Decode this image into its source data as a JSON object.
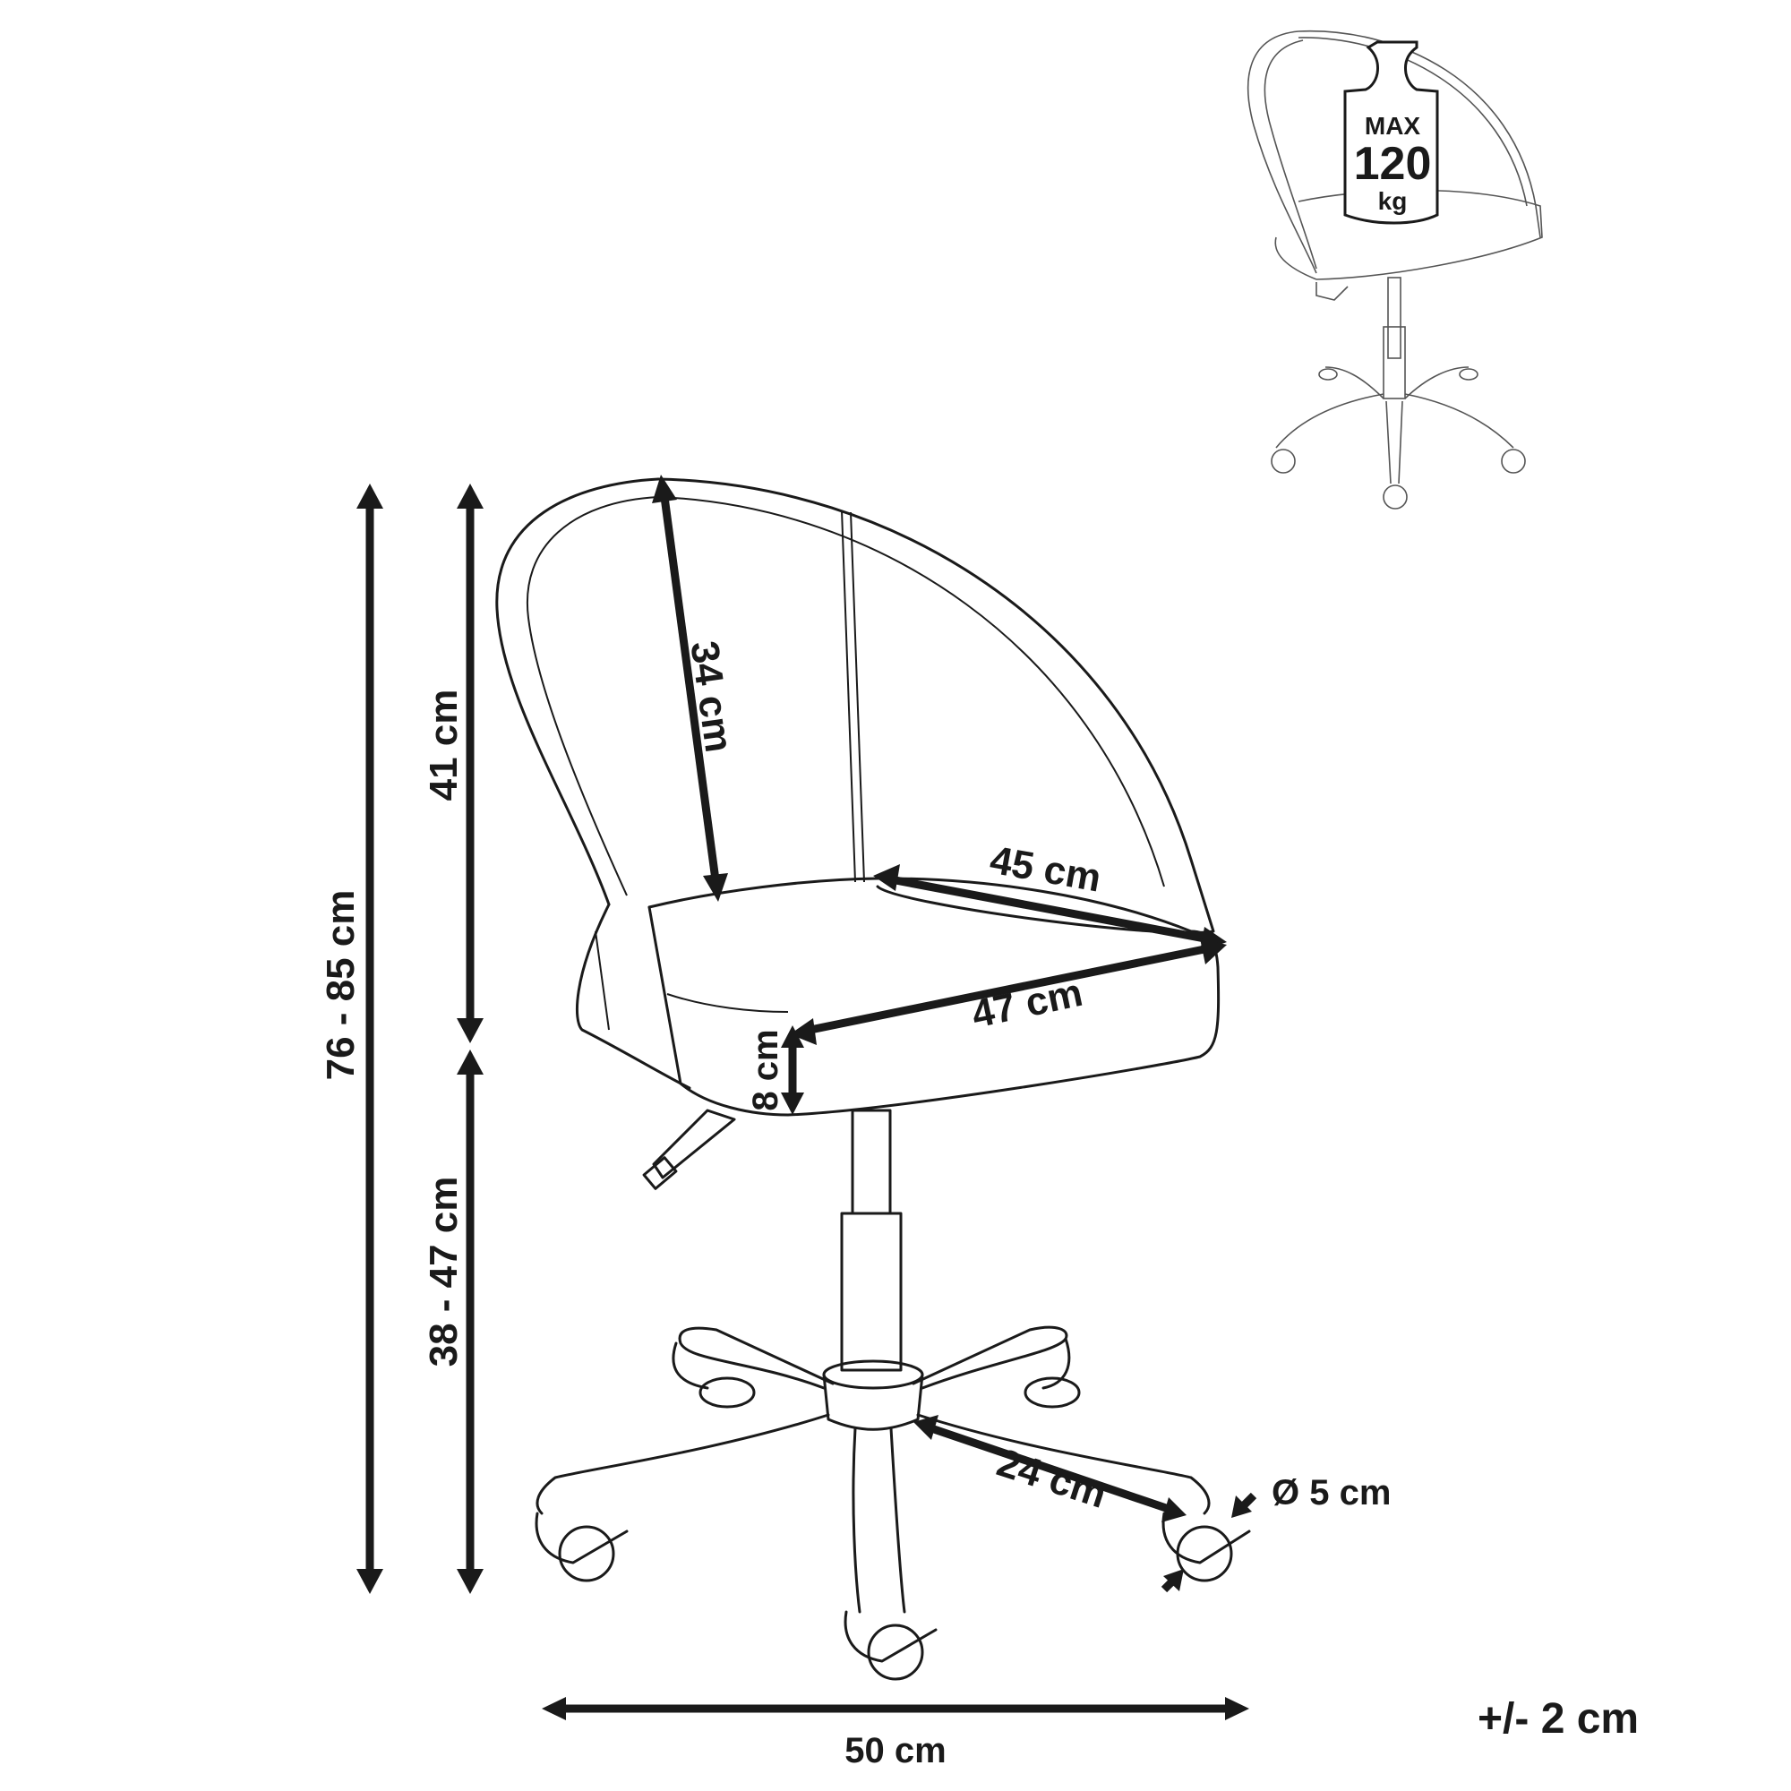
{
  "diagram": {
    "subject": "Office chair dimensions",
    "colors": {
      "ink": "#1a1a1a",
      "background": "#ffffff",
      "thumbnail_line": "#555555"
    },
    "dimensions": {
      "total_height": "76 - 85 cm",
      "backrest_height": "41 cm",
      "seat_height": "38 - 47 cm",
      "backrest_inner_height": "34 cm",
      "seat_depth": "45 cm",
      "seat_width": "47 cm",
      "seat_thickness": "8 cm",
      "base_leg_length": "24 cm",
      "caster_diameter": "Ø 5 cm",
      "base_width": "50 cm"
    },
    "tolerance": "+/- 2 cm",
    "weight_badge": {
      "line1": "MAX",
      "line2": "120",
      "line3": "kg"
    }
  }
}
